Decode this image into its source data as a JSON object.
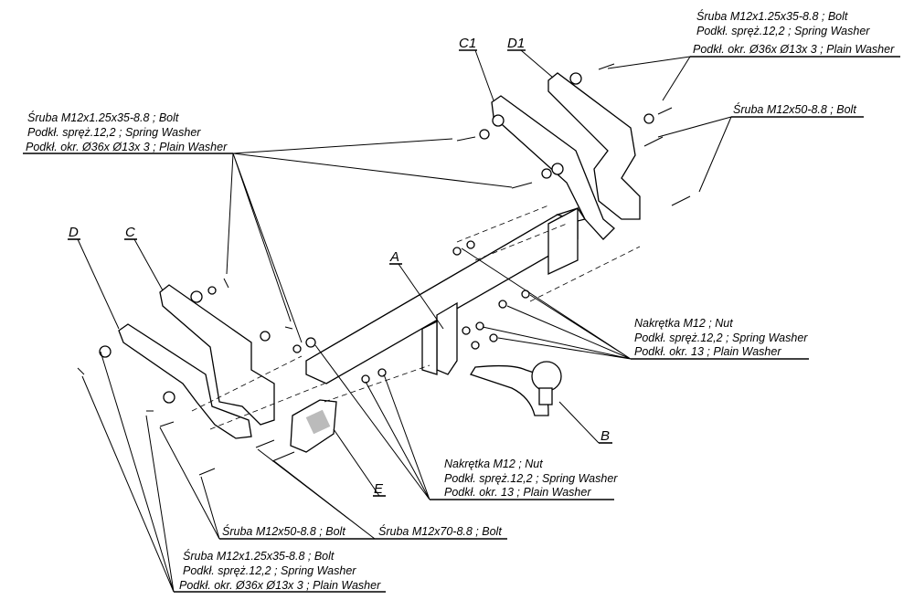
{
  "callouts": {
    "top_right_bolt_set": [
      "Śruba M12x1.25x35-8.8 ;  Bolt",
      "Podkł. spręż.12,2 ; Spring Washer",
      "Podkł. okr.  Ø36x Ø13x 3 ; Plain Washer"
    ],
    "top_right_bolt_m50": "Śruba M12x50-8.8 ;  Bolt",
    "left_bolt_set": [
      "Śruba M12x1.25x35-8.8 ;  Bolt",
      "Podkł. spręż.12,2 ; Spring Washer",
      "Podkł. okr.  Ø36x Ø13x 3 ; Plain Washer"
    ],
    "right_nut_set": [
      "Nakrętka  M12 ; Nut",
      "Podkł. spręż.12,2 ; Spring Washer",
      "Podkł. okr. 13 ; Plain Washer"
    ],
    "bottom_nut_set": [
      "Nakrętka  M12 ; Nut",
      "Podkł. spręż.12,2 ; Spring Washer",
      "Podkł. okr. 13 ; Plain Washer"
    ],
    "bottom_bolt_m50": "Śruba M12x50-8.8 ;  Bolt",
    "bottom_bolt_m70": "Śruba M12x70-8.8 ;  Bolt",
    "bottom_left_bolt_set": [
      "Śruba M12x1.25x35-8.8 ;  Bolt",
      "Podkł. spręż.12,2 ; Spring Washer",
      "Podkł. okr.  Ø36x Ø13x 3 ; Plain Washer"
    ]
  },
  "part_labels": {
    "C1": "C1",
    "D1": "D1",
    "C": "C",
    "D": "D",
    "A": "A",
    "B": "B",
    "E": "E"
  }
}
